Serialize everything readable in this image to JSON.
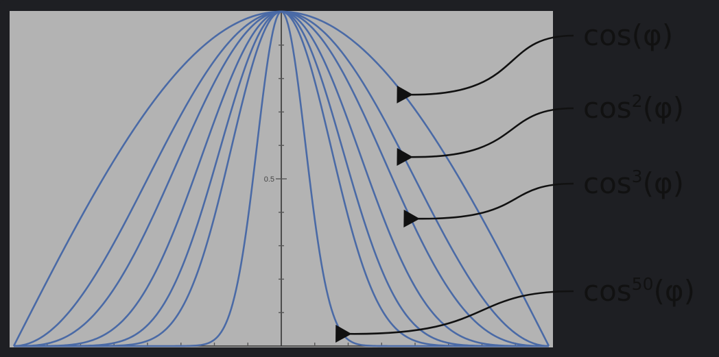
{
  "chart_data": {
    "type": "line",
    "title": "",
    "xlabel": "",
    "ylabel": "",
    "xlim": [
      -1.5708,
      1.5708
    ],
    "ylim": [
      0,
      1
    ],
    "grid": false,
    "y_ticks_labeled": [
      {
        "value": 0.5,
        "label": "0.5"
      }
    ],
    "colors": {
      "background": "#b3b3b3",
      "page": "#1e1f23",
      "curve": "#4a6aa6",
      "text": "#111111"
    },
    "series": [
      {
        "exponent": 1
      },
      {
        "exponent": 2
      },
      {
        "exponent": 3
      },
      {
        "exponent": 5
      },
      {
        "exponent": 8
      },
      {
        "exponent": 12
      },
      {
        "exponent": 50
      }
    ],
    "annotations": [
      {
        "base": "cos",
        "power": "",
        "arg": "(φ)",
        "target_exponent": 1,
        "target_x": 0.72
      },
      {
        "base": "cos",
        "power": "2",
        "arg": "(φ)",
        "target_exponent": 2,
        "target_x": 0.72
      },
      {
        "base": "cos",
        "power": "3",
        "arg": "(φ)",
        "target_exponent": 3,
        "target_x": 0.76
      },
      {
        "base": "cos",
        "power": "50",
        "arg": "(φ)",
        "target_exponent": 50,
        "target_x": 0.36
      }
    ]
  }
}
